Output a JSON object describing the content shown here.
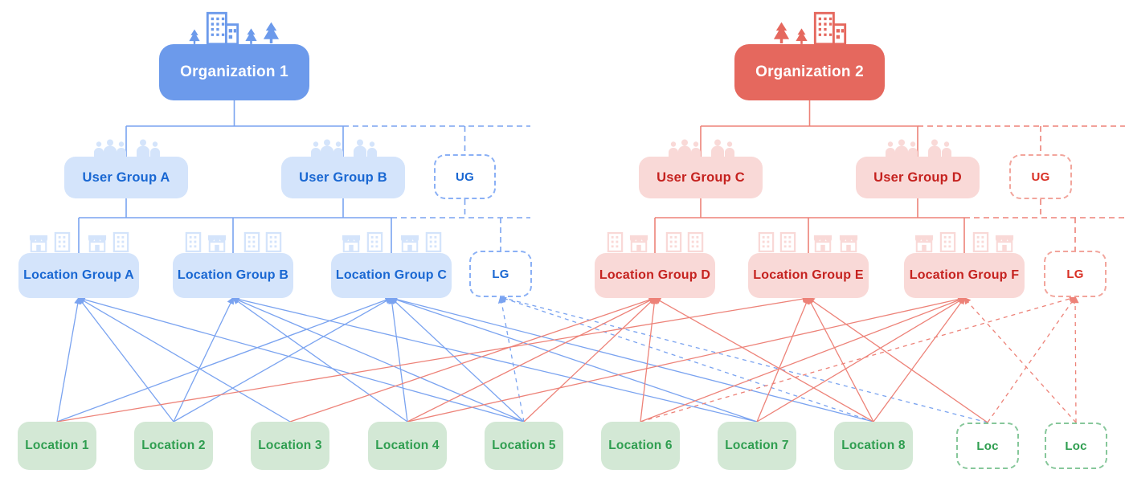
{
  "palette": {
    "org_blue": "#6c9aeb",
    "org_red": "#e5685e",
    "light_blue": "#d4e4fb",
    "light_red": "#f9d9d7",
    "light_green": "#d3e8d5",
    "blue_text": "#1967d2",
    "red_text": "#c5221f",
    "green_text": "#2f9e50",
    "blue_line": "#7aa3f0",
    "red_line": "#ed8278"
  },
  "organizations": [
    {
      "id": "org1",
      "label": "Organization 1"
    },
    {
      "id": "org2",
      "label": "Organization 2"
    }
  ],
  "user_groups": [
    {
      "id": "ugA",
      "label": "User Group A",
      "org": "Organization 1"
    },
    {
      "id": "ugB",
      "label": "User Group B",
      "org": "Organization 1"
    },
    {
      "id": "ugC",
      "label": "User Group C",
      "org": "Organization 2"
    },
    {
      "id": "ugD",
      "label": "User Group D",
      "org": "Organization 2"
    }
  ],
  "user_group_placeholders": [
    {
      "id": "ugX1",
      "label": "UG",
      "org": "Organization 1"
    },
    {
      "id": "ugX2",
      "label": "UG",
      "org": "Organization 2"
    }
  ],
  "location_groups": [
    {
      "id": "lgA",
      "label": "Location Group A",
      "org": "Organization 1"
    },
    {
      "id": "lgB",
      "label": "Location Group B",
      "org": "Organization 1"
    },
    {
      "id": "lgC",
      "label": "Location Group C",
      "org": "Organization 1"
    },
    {
      "id": "lgD",
      "label": "Location Group D",
      "org": "Organization 2"
    },
    {
      "id": "lgE",
      "label": "Location Group E",
      "org": "Organization 2"
    },
    {
      "id": "lgF",
      "label": "Location Group F",
      "org": "Organization 2"
    }
  ],
  "location_group_placeholders": [
    {
      "id": "lgX1",
      "label": "LG",
      "org": "Organization 1"
    },
    {
      "id": "lgX2",
      "label": "LG",
      "org": "Organization 2"
    }
  ],
  "locations": [
    {
      "id": "l1",
      "label": "Location 1"
    },
    {
      "id": "l2",
      "label": "Location 2"
    },
    {
      "id": "l3",
      "label": "Location 3"
    },
    {
      "id": "l4",
      "label": "Location 4"
    },
    {
      "id": "l5",
      "label": "Location 5"
    },
    {
      "id": "l6",
      "label": "Location 6"
    },
    {
      "id": "l7",
      "label": "Location 7"
    },
    {
      "id": "l8",
      "label": "Location 8"
    }
  ],
  "location_placeholders": [
    {
      "id": "loc1",
      "label": "Loc"
    },
    {
      "id": "loc2",
      "label": "Loc"
    }
  ],
  "edges": [
    {
      "from": "lgA",
      "to": "l1",
      "style": "solid"
    },
    {
      "from": "lgA",
      "to": "l2",
      "style": "solid"
    },
    {
      "from": "lgA",
      "to": "l3",
      "style": "solid"
    },
    {
      "from": "lgA",
      "to": "l5",
      "style": "solid"
    },
    {
      "from": "lgB",
      "to": "l2",
      "style": "solid"
    },
    {
      "from": "lgB",
      "to": "l4",
      "style": "solid"
    },
    {
      "from": "lgB",
      "to": "l5",
      "style": "solid"
    },
    {
      "from": "lgB",
      "to": "l7",
      "style": "solid"
    },
    {
      "from": "lgC",
      "to": "l1",
      "style": "solid"
    },
    {
      "from": "lgC",
      "to": "l2",
      "style": "solid"
    },
    {
      "from": "lgC",
      "to": "l4",
      "style": "solid"
    },
    {
      "from": "lgC",
      "to": "l5",
      "style": "solid"
    },
    {
      "from": "lgC",
      "to": "l7",
      "style": "solid"
    },
    {
      "from": "lgC",
      "to": "l8",
      "style": "solid"
    },
    {
      "from": "lgX1",
      "to": "l5",
      "style": "dashed"
    },
    {
      "from": "lgX1",
      "to": "l8",
      "style": "dashed"
    },
    {
      "from": "lgX1",
      "to": "loc1",
      "style": "dashed"
    },
    {
      "from": "lgD",
      "to": "l3",
      "style": "solid"
    },
    {
      "from": "lgD",
      "to": "l4",
      "style": "solid"
    },
    {
      "from": "lgD",
      "to": "l5",
      "style": "solid"
    },
    {
      "from": "lgD",
      "to": "l6",
      "style": "solid"
    },
    {
      "from": "lgD",
      "to": "l8",
      "style": "solid"
    },
    {
      "from": "lgE",
      "to": "l1",
      "style": "solid"
    },
    {
      "from": "lgE",
      "to": "l7",
      "style": "solid"
    },
    {
      "from": "lgE",
      "to": "l8",
      "style": "solid"
    },
    {
      "from": "lgE",
      "to": "loc1",
      "style": "solid"
    },
    {
      "from": "lgF",
      "to": "l4",
      "style": "solid"
    },
    {
      "from": "lgF",
      "to": "l6",
      "style": "solid"
    },
    {
      "from": "lgF",
      "to": "l7",
      "style": "solid"
    },
    {
      "from": "lgF",
      "to": "l8",
      "style": "solid"
    },
    {
      "from": "lgF",
      "to": "loc2",
      "style": "dashed"
    },
    {
      "from": "lgX2",
      "to": "l6",
      "style": "dashed"
    },
    {
      "from": "lgX2",
      "to": "loc1",
      "style": "dashed"
    },
    {
      "from": "lgX2",
      "to": "loc2",
      "style": "dashed"
    }
  ]
}
